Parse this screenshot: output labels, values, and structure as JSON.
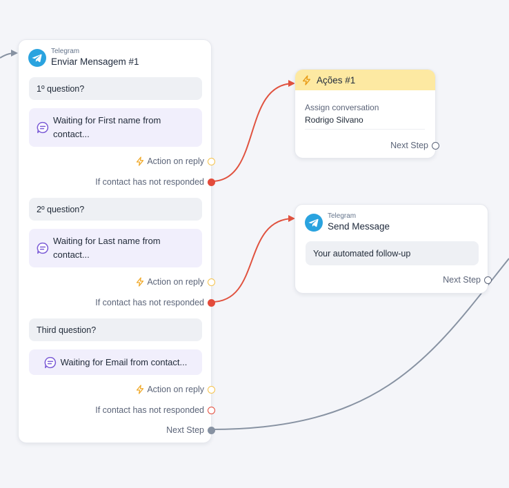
{
  "colors": {
    "canvas": "#f4f5f9",
    "edge_red": "#e0523f",
    "edge_gray": "#8792a2",
    "action_header": "#fde9a2",
    "telegram_blue": "#2aa3df",
    "waiting_bg": "#f1effc",
    "question_bg": "#eef0f4"
  },
  "telegram_node_1": {
    "icon": "telegram-icon",
    "channel": "Telegram",
    "title": "Enviar Mensagem #1",
    "questions": [
      {
        "prompt": "1º question?",
        "waiting_line1": "Waiting for First name from",
        "waiting_line2": "contact...",
        "action_label": "Action on reply",
        "not_responded_label": "If contact has not responded"
      },
      {
        "prompt": "2º question?",
        "waiting_line1": "Waiting for Last name from",
        "waiting_line2": "contact...",
        "action_label": "Action on reply",
        "not_responded_label": "If contact has not responded"
      },
      {
        "prompt": "Third question?",
        "waiting_text": "Waiting for Email from contact...",
        "action_label": "Action on reply",
        "not_responded_label": "If contact has not responded"
      }
    ],
    "next_step_label": "Next Step"
  },
  "actions_node": {
    "icon": "bolt-icon",
    "title": "Ações #1",
    "label": "Assign conversation",
    "value": "Rodrigo Silvano",
    "next_step_label": "Next Step"
  },
  "send_message_node": {
    "icon": "telegram-icon",
    "channel": "Telegram",
    "title": "Send Message",
    "message": "Your automated follow-up",
    "next_step_label": "Next Step"
  }
}
